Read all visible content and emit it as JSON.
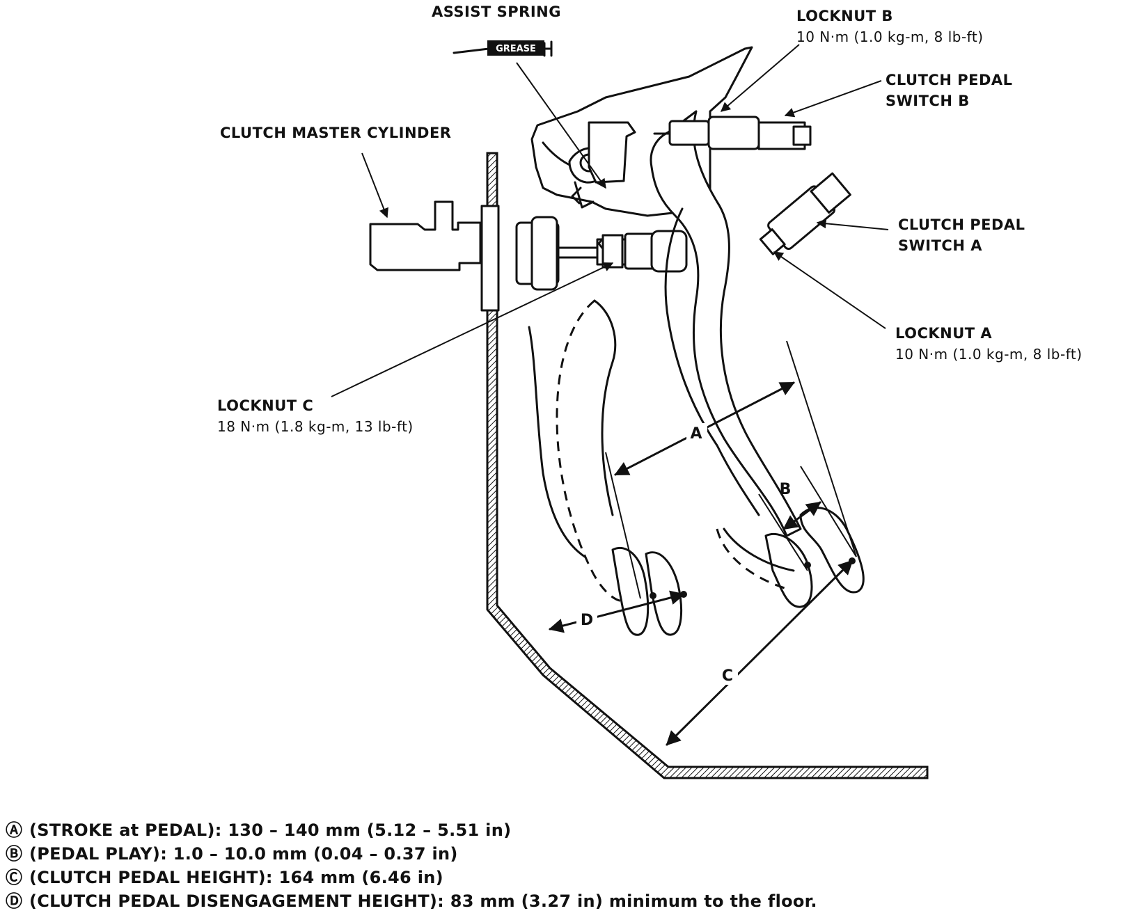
{
  "labels": {
    "assist_spring": "ASSIST SPRING",
    "grease": "GREASE",
    "locknut_b": "LOCKNUT B",
    "locknut_b_torque": "10 N·m (1.0 kg-m, 8 lb-ft)",
    "clutch_pedal_switch_b_1": "CLUTCH PEDAL",
    "clutch_pedal_switch_b_2": "SWITCH B",
    "clutch_master_cylinder": "CLUTCH MASTER CYLINDER",
    "clutch_pedal_switch_a_1": "CLUTCH PEDAL",
    "clutch_pedal_switch_a_2": "SWITCH A",
    "locknut_a": "LOCKNUT A",
    "locknut_a_torque": "10 N·m (1.0 kg-m, 8 lb-ft)",
    "locknut_c": "LOCKNUT C",
    "locknut_c_torque": "18 N·m (1.8 kg-m, 13 lb-ft)"
  },
  "dimension_marks": {
    "a": "A",
    "b": "B",
    "c": "C",
    "d": "D"
  },
  "specs": [
    {
      "key": "Ⓐ",
      "text": "(STROKE at PEDAL): 130 – 140 mm (5.12 – 5.51 in)"
    },
    {
      "key": "Ⓑ",
      "text": "(PEDAL PLAY): 1.0 – 10.0 mm (0.04 – 0.37 in)"
    },
    {
      "key": "Ⓒ",
      "text": "(CLUTCH PEDAL HEIGHT): 164 mm (6.46 in)"
    },
    {
      "key": "Ⓓ",
      "text": "(CLUTCH PEDAL DISENGAGEMENT HEIGHT): 83 mm (3.27 in) minimum to the floor."
    }
  ]
}
